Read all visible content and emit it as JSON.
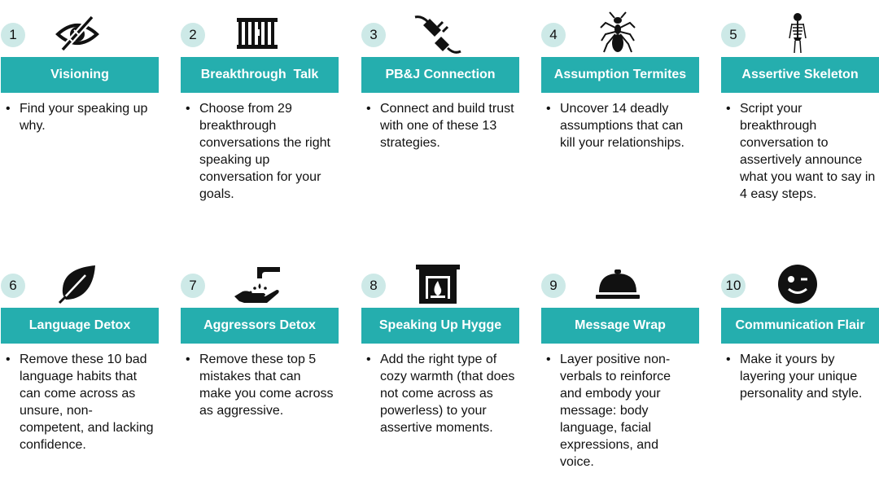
{
  "cards": [
    {
      "num": "1",
      "title": "Visioning",
      "icon": "hidden-eye-icon",
      "desc": "Find your speaking up why."
    },
    {
      "num": "2",
      "title": "Breakthrough  Talk",
      "icon": "fence-icon",
      "desc": "Choose from 29 breakthrough conversations the right speaking up conversation for your goals."
    },
    {
      "num": "3",
      "title": "PB&J Connection",
      "icon": "plug-icon",
      "desc": "Connect and build trust with one of these 13 strategies."
    },
    {
      "num": "4",
      "title": "Assumption Termites",
      "icon": "ant-icon",
      "desc": "Uncover 14 deadly assumptions that can kill your relationships."
    },
    {
      "num": "5",
      "title": "Assertive Skeleton",
      "icon": "skeleton-icon",
      "desc": "Script your breakthrough conversation to assertively announce what you want to say in 4 easy steps."
    },
    {
      "num": "6",
      "title": "Language Detox",
      "icon": "leaf-icon",
      "desc": "Remove these 10 bad language habits that can come across as unsure, non-competent, and lacking confidence."
    },
    {
      "num": "7",
      "title": "Aggressors Detox",
      "icon": "faucet-hand-icon",
      "desc": "Remove these top 5 mistakes that can make you come across as aggressive."
    },
    {
      "num": "8",
      "title": "Speaking Up Hygge",
      "icon": "fireplace-icon",
      "desc": "Add the right type of cozy warmth (that does not come across as powerless) to your assertive moments."
    },
    {
      "num": "9",
      "title": "Message Wrap",
      "icon": "cloche-icon",
      "desc": "Layer positive non-verbals to reinforce and embody your message: body language, facial expressions, and voice."
    },
    {
      "num": "10",
      "title": "Communication Flair",
      "icon": "wink-face-icon",
      "desc": "Make it yours by layering your unique personality and style."
    }
  ],
  "colors": {
    "banner": "#25aeae",
    "badge": "#cde9e7",
    "text": "#111111"
  }
}
